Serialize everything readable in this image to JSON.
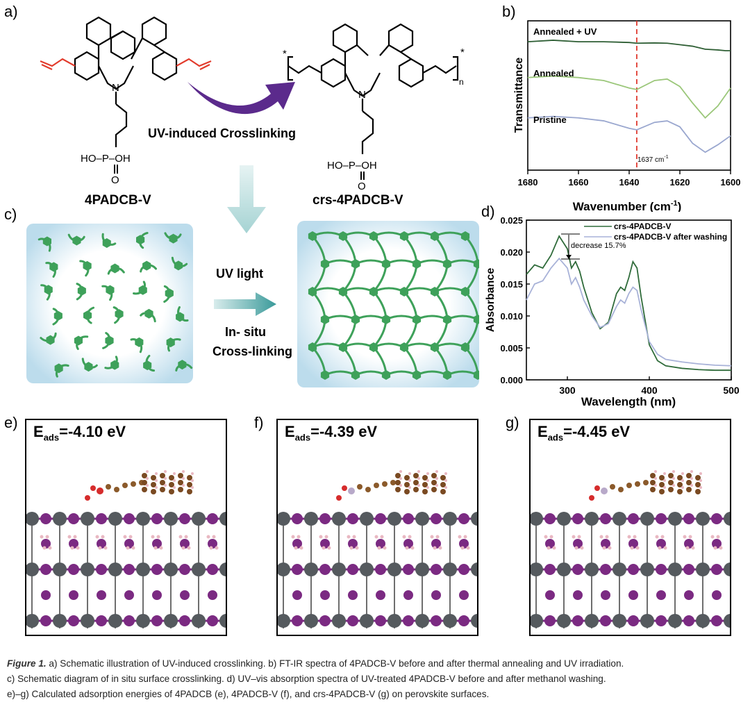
{
  "panels": {
    "a": {
      "letter": "a)",
      "monomer_label": "4PADCB-V",
      "polymer_label": "crs-4PADCB-V",
      "arrow_label": "UV-induced Crosslinking",
      "ho_p_oh": "HO–P–OH",
      "o": "O",
      "n_atom": "N",
      "star": "*",
      "sub_n": "n"
    },
    "b": {
      "letter": "b)",
      "ylabel": "Transmittance",
      "xlabel": "Wavenumber  (cm",
      "xlabel_sup": "-1",
      "xlabel_end": ")",
      "annotation": "1637 cm",
      "annotation_sup": "-1",
      "series": [
        {
          "name": "Annealed + UV",
          "color": "#2e5e34"
        },
        {
          "name": "Annealed",
          "color": "#9bc77a"
        },
        {
          "name": "Pristine",
          "color": "#9aa7cf"
        }
      ]
    },
    "c": {
      "letter": "c)",
      "uv_light": "UV light",
      "insitu_1": "In- situ",
      "insitu_2": "Cross-linking"
    },
    "d": {
      "letter": "d)",
      "annotation": "decrease 15.7%"
    },
    "e": {
      "letter": "e)",
      "eads_main": "E",
      "eads_sub": "ads",
      "eads_value": "=-4.10 eV"
    },
    "f": {
      "letter": "f)",
      "eads_main": "E",
      "eads_sub": "ads",
      "eads_value": "=-4.39 eV"
    },
    "g": {
      "letter": "g)",
      "eads_main": "E",
      "eads_sub": "ads",
      "eads_value": "=-4.45 eV"
    }
  },
  "chart_data": [
    {
      "type": "line",
      "panel": "b",
      "xlabel": "Wavenumber  (cm-1)",
      "ylabel": "Transmittance",
      "xlim": [
        1680,
        1600
      ],
      "x_reversed": true,
      "xticks": [
        1680,
        1660,
        1640,
        1620,
        1600
      ],
      "yticks_shown": false,
      "vline": {
        "x": 1637,
        "label": "1637 cm-1",
        "style": "dashed",
        "color": "#e03a2f"
      },
      "series": [
        {
          "name": "Annealed + UV",
          "x": [
            1680,
            1670,
            1660,
            1650,
            1640,
            1637,
            1630,
            1625,
            1620,
            1615,
            1610,
            1605,
            1602,
            1600
          ],
          "y": [
            0.86,
            0.87,
            0.86,
            0.86,
            0.855,
            0.85,
            0.852,
            0.85,
            0.84,
            0.83,
            0.81,
            0.805,
            0.8,
            0.8
          ]
        },
        {
          "name": "Annealed",
          "x": [
            1680,
            1670,
            1660,
            1650,
            1640,
            1637,
            1630,
            1625,
            1620,
            1615,
            1610,
            1605,
            1600
          ],
          "y": [
            0.62,
            0.63,
            0.62,
            0.6,
            0.55,
            0.54,
            0.6,
            0.61,
            0.56,
            0.45,
            0.35,
            0.43,
            0.55
          ]
        },
        {
          "name": "Pristine",
          "x": [
            1680,
            1670,
            1660,
            1650,
            1640,
            1637,
            1630,
            1625,
            1620,
            1615,
            1610,
            1605,
            1600
          ],
          "y": [
            0.35,
            0.36,
            0.35,
            0.33,
            0.28,
            0.27,
            0.32,
            0.33,
            0.29,
            0.18,
            0.12,
            0.17,
            0.23
          ]
        }
      ]
    },
    {
      "type": "line",
      "panel": "d",
      "xlabel": "Wavelength (nm)",
      "ylabel": "Absorbance",
      "xlim": [
        250,
        500
      ],
      "ylim": [
        0.0,
        0.025
      ],
      "xticks": [
        300,
        400,
        500
      ],
      "yticks": [
        0.0,
        0.005,
        0.01,
        0.015,
        0.02,
        0.025
      ],
      "legend_position": "top-right",
      "series": [
        {
          "name": "crs-4PADCB-V",
          "color": "#2f6b3a",
          "x": [
            250,
            260,
            270,
            280,
            290,
            300,
            305,
            310,
            315,
            320,
            330,
            340,
            350,
            360,
            365,
            370,
            375,
            380,
            385,
            390,
            400,
            410,
            420,
            440,
            460,
            480,
            500
          ],
          "y": [
            0.0165,
            0.018,
            0.0175,
            0.0195,
            0.0225,
            0.0205,
            0.0175,
            0.0185,
            0.017,
            0.0145,
            0.0105,
            0.008,
            0.009,
            0.0135,
            0.0145,
            0.014,
            0.016,
            0.0185,
            0.0175,
            0.013,
            0.0055,
            0.003,
            0.0022,
            0.0018,
            0.0016,
            0.0015,
            0.0015
          ]
        },
        {
          "name": "crs-4PADCB-V after washing",
          "color": "#a8b2d8",
          "x": [
            250,
            260,
            270,
            280,
            290,
            300,
            305,
            310,
            315,
            320,
            330,
            340,
            350,
            360,
            365,
            370,
            375,
            380,
            385,
            390,
            400,
            410,
            420,
            440,
            460,
            480,
            500
          ],
          "y": [
            0.0125,
            0.015,
            0.0155,
            0.0175,
            0.019,
            0.0175,
            0.015,
            0.016,
            0.0145,
            0.0125,
            0.01,
            0.0082,
            0.0088,
            0.0115,
            0.0125,
            0.012,
            0.0135,
            0.0145,
            0.014,
            0.011,
            0.006,
            0.004,
            0.0032,
            0.0028,
            0.0025,
            0.0023,
            0.0022
          ]
        }
      ]
    }
  ],
  "caption": {
    "figure_label": "Figure 1.",
    "line1": " a) Schematic illustration of UV-induced crosslinking. b) FT-IR spectra of 4PADCB-V before and after thermal annealing and UV irradiation.",
    "line2": "c) Schematic diagram of in situ surface crosslinking. d) UV–vis absorption spectra of UV-treated 4PADCB-V before and after methanol washing.",
    "line3": "e)–g) Calculated adsorption energies of 4PADCB (e), 4PADCB-V (f), and crs-4PADCB-V (g) on perovskite surfaces."
  }
}
